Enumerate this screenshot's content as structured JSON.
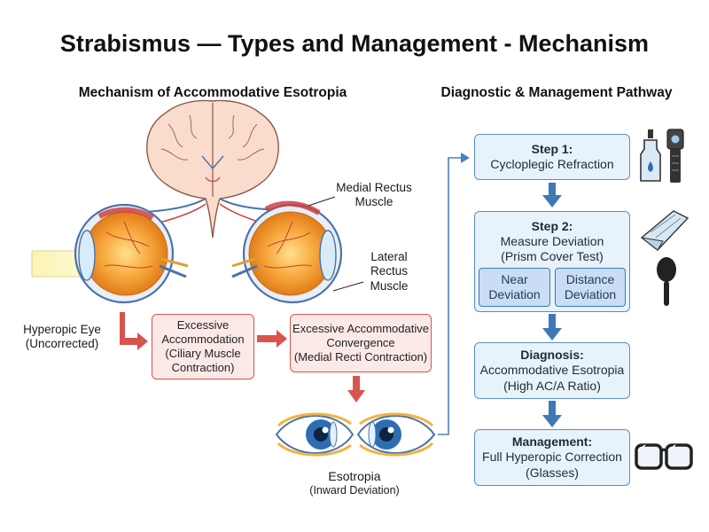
{
  "title": "Strabismus — Types and Management - Mechanism",
  "mechanism": {
    "heading": "Mechanism of Accommodative Esotropia",
    "medial_rectus": [
      "Medial Rectus",
      "Muscle"
    ],
    "lateral_rectus": [
      "Lateral",
      "Rectus",
      "Muscle"
    ],
    "hyperopic_eye": [
      "Hyperopic Eye",
      "(Uncorrected)"
    ],
    "box_accommodation": [
      "Excessive",
      "Accommodation",
      "(Ciliary Muscle",
      "Contraction)"
    ],
    "box_convergence": [
      "Excessive Accommodative",
      "Convergence",
      "(Medial Recti Contraction)"
    ],
    "esotropia_title": "Esotropia",
    "esotropia_sub": "(Inward Deviation)"
  },
  "pathway": {
    "heading": "Diagnostic & Management Pathway",
    "step1_title": "Step 1:",
    "step1_text": "Cycloplegic Refraction",
    "step2_title": "Step 2:",
    "step2_lines": [
      "Measure Deviation",
      "(Prism Cover Test)"
    ],
    "near": [
      "Near",
      "Deviation"
    ],
    "distance": [
      "Distance",
      "Deviation"
    ],
    "diagnosis_title": "Diagnosis:",
    "diagnosis_lines": [
      "Accommodative Esotropia",
      "(High AC/A Ratio)"
    ],
    "management_title": "Management:",
    "management_lines": [
      "Full Hyperopic Correction",
      "(Glasses)"
    ]
  },
  "icons": [
    "eye-drops-icon",
    "retinoscope-icon",
    "prism-icon",
    "occluder-icon",
    "glasses-icon"
  ],
  "colors": {
    "red_accent": "#d9534f",
    "blue_accent": "#3f78b5",
    "box_blue": "#e8f2fb",
    "box_red": "#fbe9e7"
  }
}
